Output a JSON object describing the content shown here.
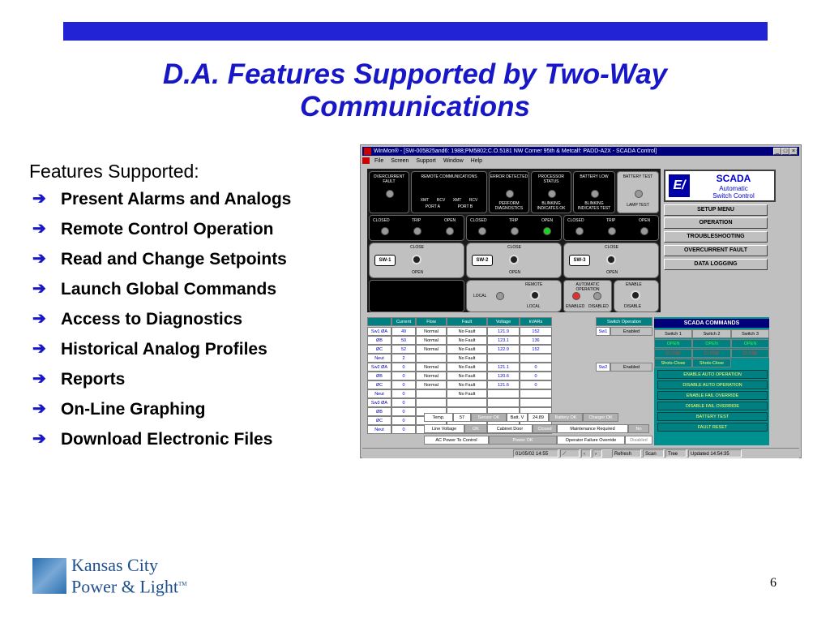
{
  "slide": {
    "title_line1": "D.A. Features Supported by Two-Way",
    "title_line2": "Communications",
    "heading": "Features Supported:",
    "bullets": [
      "Present Alarms and Analogs",
      "Remote Control Operation",
      "Read and Change Setpoints",
      "Launch Global Commands",
      "Access to Diagnostics",
      "Historical Analog Profiles",
      "Reports",
      "On-Line Graphing",
      "Download Electronic Files"
    ],
    "page_number": "6",
    "logo_line1": "Kansas City",
    "logo_line2": "Power & Light",
    "logo_tm": "TM",
    "colors": {
      "title": "#1717c8",
      "bar": "#2323d6"
    }
  },
  "window": {
    "title": "WinMon® - [SW-005825and6: 1988;PM5802;C.O.5181 NW Corner 95th & Metcalf: PADD-A2X - SCADA Control]",
    "menu": [
      "File",
      "Screen",
      "Support",
      "Window",
      "Help"
    ],
    "panel": {
      "alarms": [
        "OVERCURRENT FAULT",
        "REMOTE COMMUNICATIONS",
        "ERROR DETECTED",
        "PROCESSOR STATUS",
        "BATTERY LOW",
        "BATTERY TEST"
      ],
      "comm_labels": [
        "XMT",
        "RCV",
        "XMT",
        "RCV"
      ],
      "comm_ports": [
        "PORT A",
        "PORT B"
      ],
      "alarm_sub": [
        "PERFORM DIAGNOSTICS",
        "BLINKING INDICATES OK",
        "BLINKING INDICATES TEST",
        "LAMP TEST"
      ],
      "state_labels": [
        "CLOSED",
        "TRIP",
        "OPEN"
      ],
      "switches": [
        "SW-1",
        "SW-2",
        "SW-3"
      ],
      "close_label": "CLOSE",
      "open_label": "OPEN",
      "local_label": "LOCAL",
      "remote_label": "REMOTE",
      "auto_label": "AUTOMATIC OPERATION",
      "enabled_label": "ENABLED",
      "disabled_label": "DISABLED",
      "enable_label": "ENABLE",
      "disable_label": "DISABLE"
    },
    "scada_logo": {
      "title": "SCADA",
      "line1": "Automatic",
      "line2": "Switch Control"
    },
    "menu_buttons": [
      "SETUP MENU",
      "OPERATION",
      "TROUBLESHOOTING",
      "OVERCURRENT FAULT",
      "DATA LOGGING"
    ],
    "table": {
      "headers": [
        "Current",
        "Flow",
        "Fault",
        "Voltage",
        "kVARs"
      ],
      "switch_op": "Switch Operation",
      "rows": [
        [
          "Sw1 ØA",
          "49",
          "Normal",
          "No Fault",
          "121.9",
          "152"
        ],
        [
          "ØB",
          "50",
          "Normal",
          "No Fault",
          "123.1",
          "136"
        ],
        [
          "ØC",
          "52",
          "Normal",
          "No Fault",
          "122.9",
          "152"
        ],
        [
          "Neut",
          "2",
          "",
          "No Fault",
          "",
          ""
        ],
        [
          "Sw2 ØA",
          "0",
          "Normal",
          "No Fault",
          "121.1",
          "0"
        ],
        [
          "ØB",
          "0",
          "Normal",
          "No Fault",
          "120.6",
          "0"
        ],
        [
          "ØC",
          "0",
          "Normal",
          "No Fault",
          "121.6",
          "0"
        ],
        [
          "Neut",
          "0",
          "",
          "No Fault",
          "",
          ""
        ],
        [
          "Sw3 ØA",
          "0",
          "",
          "",
          "",
          ""
        ],
        [
          "ØB",
          "0",
          "",
          "",
          "",
          ""
        ],
        [
          "ØC",
          "0",
          "",
          "",
          "",
          ""
        ],
        [
          "Neut",
          "0",
          "",
          "",
          "",
          ""
        ]
      ],
      "sw1_label": "Sw1",
      "sw1_state": "Enabled",
      "sw2_label": "Sw2",
      "sw2_state": "Enabled",
      "temp_label": "Temp.",
      "temp_value": "57",
      "sensor": "Sensor OK",
      "batt_label": "Batt. V",
      "batt_value": "24.89",
      "battery": "Battery OK",
      "charger": "Charger OK",
      "line_voltage": "Line Voltage",
      "lv_state": "OK",
      "cabinet": "Cabinet Door",
      "cabinet_state": "Closed",
      "maint": "Maintenance Required",
      "maint_state": "No",
      "ac_power": "AC Power To Control",
      "power_state": "Power OK",
      "override": "Operator Failure Override",
      "override_state": "Disabled"
    },
    "commands": {
      "title": "SCADA COMMANDS",
      "switch_cols": [
        "Switch 1",
        "Switch 2",
        "Switch 3"
      ],
      "open": "OPEN",
      "close": "CLOSE",
      "shots": "Shots-Close",
      "buttons": [
        "ENABLE AUTO OPERATION",
        "DISABLE AUTO OPERATION",
        "ENABLE FAIL OVERRIDE",
        "DISABLE FAIL OVERRIDE",
        "BATTERY TEST",
        "FAULT RESET"
      ]
    },
    "status": {
      "datetime": "01/05/02 14:55",
      "refresh": "Refresh",
      "scan": "Scan",
      "tree": "Tree",
      "updated": "Updated 14:54:35"
    }
  }
}
